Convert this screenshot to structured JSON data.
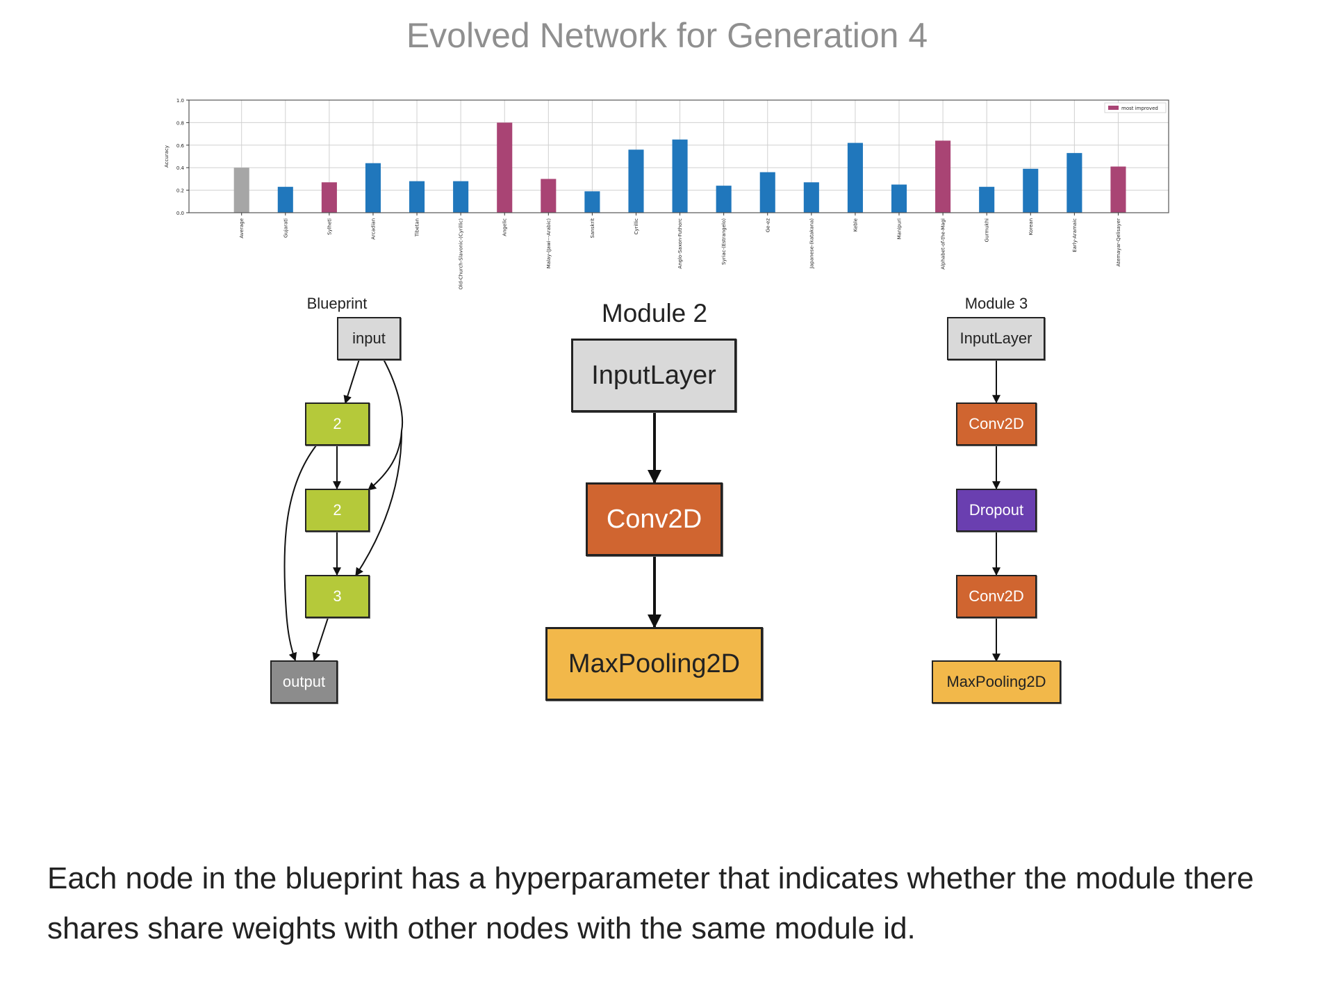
{
  "title": "Evolved Network for Generation 4",
  "chart_data": {
    "type": "bar",
    "title": "",
    "xlabel": "",
    "ylabel": "Accuracy",
    "ylim": [
      0,
      1.0
    ],
    "yticks": [
      "0.0",
      "0.2",
      "0.4",
      "0.6",
      "0.8",
      "1.0"
    ],
    "grid": true,
    "legend": {
      "placement": "top-right",
      "entries": [
        {
          "label": "most improved",
          "color": "#a94474"
        }
      ]
    },
    "colors": {
      "average": "#a6a6a6",
      "normal": "#2077bc",
      "most_improved": "#a94474"
    },
    "categories": [
      "Average",
      "Gujarati",
      "Sylheti",
      "Arcadian",
      "Tibetan",
      "Old-Church-Slavonic-(Cyrillic)",
      "Angelic",
      "Malay-(Jawi---Arabic)",
      "Sanskrit",
      "Cyrillic",
      "Anglo-Saxon-Futhorc",
      "Syriac-(Estrangelo)",
      "Ge-ez",
      "Japanese-(katakana)",
      "Keble",
      "Manipuri",
      "Alphabet-of-the-Magi",
      "Gurmukhi",
      "Korean",
      "Early-Aramaic",
      "Atemayar-Qelisayer"
    ],
    "values": [
      0.4,
      0.23,
      0.27,
      0.44,
      0.28,
      0.28,
      0.8,
      0.3,
      0.19,
      0.56,
      0.65,
      0.24,
      0.36,
      0.27,
      0.62,
      0.25,
      0.64,
      0.23,
      0.39,
      0.53,
      0.41
    ],
    "kinds": [
      "average",
      "normal",
      "most_improved",
      "normal",
      "normal",
      "normal",
      "most_improved",
      "most_improved",
      "normal",
      "normal",
      "normal",
      "normal",
      "normal",
      "normal",
      "normal",
      "normal",
      "most_improved",
      "normal",
      "normal",
      "normal",
      "most_improved"
    ]
  },
  "diagrams": {
    "blueprint": {
      "title": "Blueprint",
      "nodes": {
        "input": "input",
        "n1": "2",
        "n2": "2",
        "n3": "3",
        "output": "output"
      },
      "edges": [
        [
          "input",
          "n1"
        ],
        [
          "input",
          "n2"
        ],
        [
          "input",
          "n3"
        ],
        [
          "n1",
          "n2"
        ],
        [
          "n2",
          "n3"
        ],
        [
          "n1",
          "output"
        ],
        [
          "n3",
          "output"
        ]
      ]
    },
    "module2": {
      "title": "Module 2",
      "nodes": [
        "InputLayer",
        "Conv2D",
        "MaxPooling2D"
      ]
    },
    "module3": {
      "title": "Module 3",
      "nodes": [
        "InputLayer",
        "Conv2D",
        "Dropout",
        "Conv2D",
        "MaxPooling2D"
      ]
    },
    "colors": {
      "input": "#d9d9d9",
      "blueprint_module": "#b5c93a",
      "output": "#8c8c8c",
      "conv2d": "#d06530",
      "dropout": "#6a3fb0",
      "maxpooling": "#f2b84a"
    }
  },
  "caption": "Each node in the blueprint has a hyperparameter that indicates whether the module there shares share weights with other nodes with the same module id."
}
